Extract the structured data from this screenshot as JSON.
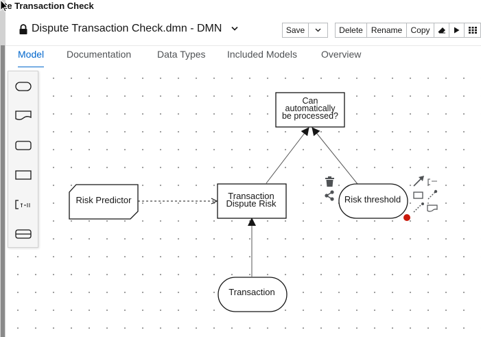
{
  "window": {
    "title": "te Transaction Check"
  },
  "header": {
    "file_title": "Dispute Transaction Check.dmn - DMN",
    "save_label": "Save",
    "delete_label": "Delete",
    "rename_label": "Rename",
    "copy_label": "Copy"
  },
  "tabs": [
    {
      "label": "Model",
      "active": true
    },
    {
      "label": "Documentation",
      "active": false
    },
    {
      "label": "Data Types",
      "active": false
    },
    {
      "label": "Included Models",
      "active": false
    },
    {
      "label": "Overview",
      "active": false
    }
  ],
  "palette": {
    "items": [
      {
        "icon": "decision-icon"
      },
      {
        "icon": "input-data-icon"
      },
      {
        "icon": "knowledge-source-icon"
      },
      {
        "icon": "business-knowledge-model-icon"
      },
      {
        "icon": "text-annotation-icon"
      },
      {
        "icon": "decision-service-icon"
      }
    ]
  },
  "diagram": {
    "nodes": {
      "can_process": {
        "lines": [
          "Can",
          "automatically",
          "be processed?"
        ]
      },
      "risk_predictor": {
        "label": "Risk Predictor"
      },
      "dispute_risk": {
        "lines": [
          "Transaction",
          "Dispute Risk"
        ]
      },
      "risk_threshold": {
        "label": "Risk threshold"
      },
      "transaction": {
        "label": "Transaction"
      }
    }
  },
  "colors": {
    "accent": "#0066cc",
    "selection_dot": "#c9190b",
    "node_stroke": "#151515"
  }
}
